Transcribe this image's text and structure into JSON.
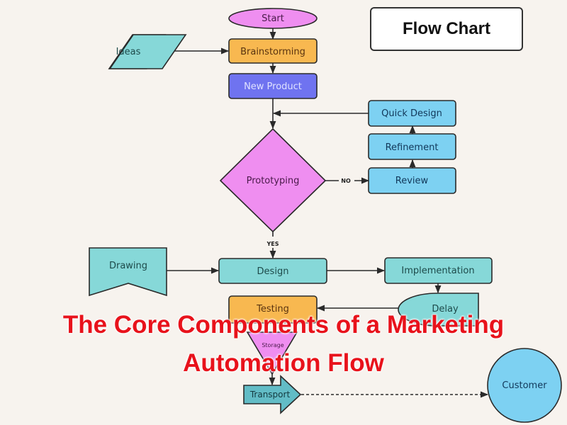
{
  "header": {
    "title": "Flow Chart"
  },
  "nodes": {
    "start": "Start",
    "ideas": "Ideas",
    "brainstorming": "Brainstorming",
    "new_product": "New Product",
    "quick_design": "Quick Design",
    "refinement": "Refinement",
    "prototyping": "Prototyping",
    "review": "Review",
    "drawing": "Drawing",
    "design": "Design",
    "implementation": "Implementation",
    "testing": "Testing",
    "delay": "Delay",
    "storage": "Storage",
    "transport": "Transport",
    "customer": "Customer"
  },
  "edge_labels": {
    "no": "NO",
    "yes": "YES"
  },
  "overlay": {
    "line1": "The Core Components of a Marketing",
    "line2": "Automation Flow"
  },
  "colors": {
    "background": "#f7f3ee",
    "pink": "#ef8ef0",
    "orange": "#f8b850",
    "purple_blue": "#6f73f0",
    "light_blue": "#7dd1f2",
    "teal": "#86d8d8",
    "overlay_red": "#e8121b"
  }
}
